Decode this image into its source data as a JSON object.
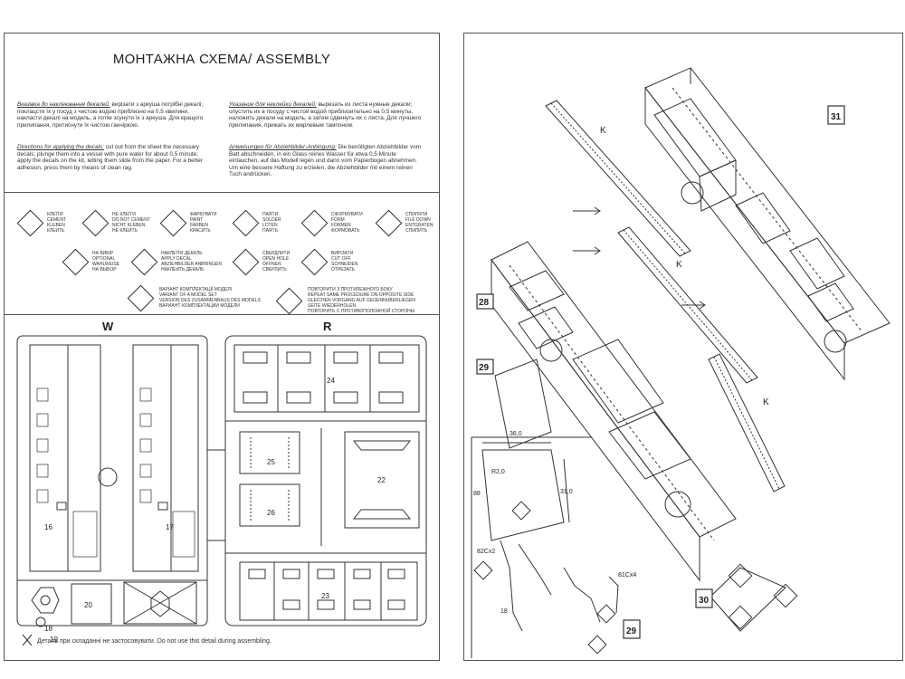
{
  "left_page": {
    "title": "МОНТАЖНА СХЕМА/ ASSEMBLY",
    "instructions": {
      "ua_heading": "Вказівка до наклеювання декалей:",
      "ua_text": " вирізати з аркуша потрібні декалі; поклацсти їх у посуд з чистою водою приблизно на 0,5 хвилини, накласти декалі на модель, а потім зсунути їх з аркуша. Для кращого прилипання, притиснути їх чистою ганчіркою.",
      "en_heading": "Directions for applying the decals:",
      "en_text": " cut out from the sheet the necessary decals; plunge them into a vessel with pure water for about 0,5 minute; apply the decals on the kit, letting them slide from the paper. For a better adhesion, press them by means of clean rag.",
      "ru_heading": "Указание для наклейки декалей:",
      "ru_text": " вырезать из листа нужные декали; опустить их в посуду с чистой водой приблизительно на 0,5 минуты, наложить декали на модель, а затем сдвинуть их с листа. Для лучшего прилипания, прижать их марлевым тампоном.",
      "de_heading": "Anweisungen für Abziehbilder-Anbingung:",
      "de_text": " Die benötigten Abziehbilder vom Batt abschneiden, in ein Glass reines Wasser für etwa 0,5 Minute eintauchen, auf das Modell legen und dann vom Papierbogen abnehmen. Um eine bessere Haftung zu erzielen, die Abziehbilder mit einem reinen Tuch andrücken."
    },
    "symbols": [
      {
        "icon": "glue-icon",
        "text": "КЛЕЇТИ\nCEMENT\nKLEBEN\nКЛЕИТЬ"
      },
      {
        "icon": "no-glue-icon",
        "text": "НЕ КЛЕЇТИ\nDO NOT CEMENT\nNICHT KLEBEN\nНЕ КЛЕИТЬ"
      },
      {
        "icon": "paint-brush-icon",
        "text": "ФАРБУВАТИ\nPAINT\nFARBEN\nКРАСИТЬ"
      },
      {
        "icon": "solder-icon",
        "text": "ПАЯТИ\nSOLDER\nLOTEN\nПАЯТЬ"
      },
      {
        "icon": "form-icon",
        "text": "СФОРМУВАТИ\nFORM\nFORMEN\nФОРМОВАТЬ"
      },
      {
        "icon": "file-down-icon",
        "text": "СПИЛЯТИ\nFILE DOWN\nENTGRATEN\nСПИЛИТЬ"
      },
      {
        "icon": "optional-icon",
        "text": "НА ВИБІР\nOPTIONAL\nWAHLWEISE\nНА ВЫБОР"
      },
      {
        "icon": "apply-decal-icon",
        "text": "НАКЛЕЇТИ ДЕКАЛЬ\nAPPLY DECAL\nABZIEHBILDER ANBRINGEN\nНАКЛЕИТЬ ДЕКАЛЬ"
      },
      {
        "icon": "drill-icon",
        "text": "СВЕРДЛИТИ\nOPEN HOLE\nÖFFNEN\nСВЕРЛИТЬ"
      },
      {
        "icon": "cut-off-icon",
        "text": "ВИРІЗАТИ\nCUT OFF\nSCHNEIDEN\nОТРЕЗАТЬ"
      },
      {
        "icon": "model-variant-icon",
        "text": "ВАРІАНТ КОМПЛЕКТАЦІЇ МОДЕЛІ\nVARIANT OF A MODEL SET\nVERSION DES ZUSAMMENBAUS DES MODELS\nВАРИАНТ КОМПЛЕКТАЦИИ МОДЕЛИ"
      },
      {
        "icon": "repeat-opposite-icon",
        "text": "ПОВТОРИТИ З ПРОТИЛЕЖНОГО БОКУ\nREPEAT SAME PROCEDURE ON OPPOSITE SIDE\nGLEICHEN VORGANG AUF GEGENNUBERLIEGEN\nSEITE WIEDERHOLEN\nПОВТОРИТЬ С ПРОТИВОПОЛОЖНОЙ СТОРОНЫ"
      }
    ],
    "sprue_w": {
      "label": "W",
      "parts": [
        "16",
        "17",
        "18",
        "19",
        "20"
      ]
    },
    "sprue_r": {
      "label": "R",
      "parts": [
        "24",
        "25",
        "26",
        "22",
        "23"
      ]
    },
    "footnote": "Деталь при складанні не застосовувати. Do not use this detail during assembling."
  },
  "right_page": {
    "step_numbers": [
      "28",
      "29",
      "31",
      "30",
      "29"
    ],
    "part_label": "K",
    "dimensions": {
      "width": "36,0",
      "height": "31,0",
      "radius": "R2,0",
      "side": "88"
    },
    "part_refs": [
      "82Cx2",
      "81Cx4",
      "18"
    ]
  },
  "colors": {
    "line": "#333333",
    "paper": "#ffffff"
  }
}
